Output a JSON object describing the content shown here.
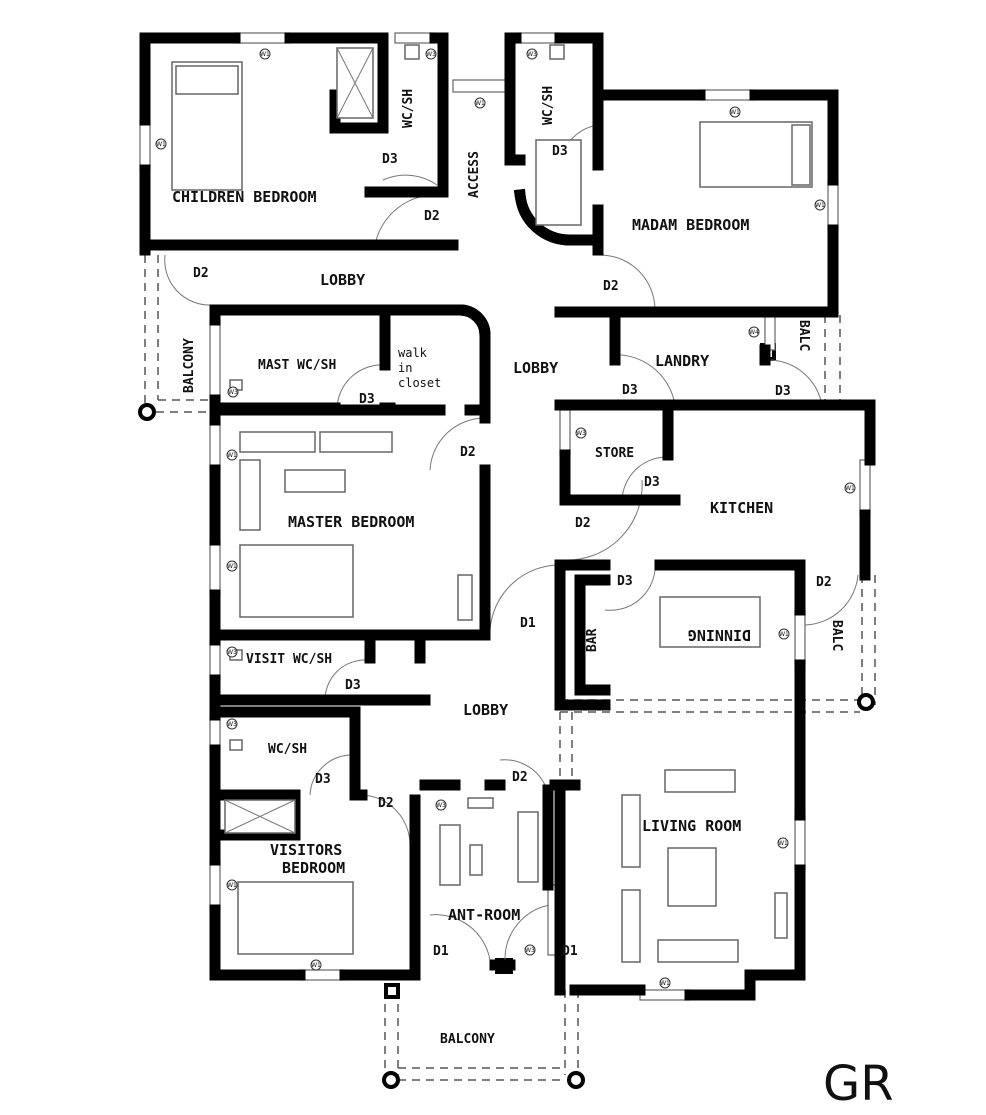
{
  "rooms": {
    "children_bedroom": "CHILDREN BEDROOM",
    "madam_bedroom": "MADAM BEDROOM",
    "wc_sh": "WC/SH",
    "access": "ACCESS",
    "lobby": "LOBBY",
    "balcony": "BALCONY",
    "mast_wc_sh": "MAST WC/SH",
    "walk_in_closet": [
      "walk",
      "in",
      "closet"
    ],
    "landry": "LANDRY",
    "balc": "BALC",
    "store": "STORE",
    "kitchen": "KITCHEN",
    "master_bedroom": "MASTER BEDROOM",
    "bar": "BAR",
    "dinning": "DINNING",
    "visit_wc_sh": "VISIT WC/SH",
    "living_room": "LIVING ROOM",
    "visitors_bedroom": [
      "VISITORS",
      "BEDROOM"
    ],
    "ant_room": "ANT-ROOM"
  },
  "doors": {
    "d1": "D1",
    "d2": "D2",
    "d3": "D3"
  },
  "windows": {
    "w1": "W1",
    "w3": "W3",
    "w4": "W4"
  },
  "floor_label": "GR"
}
